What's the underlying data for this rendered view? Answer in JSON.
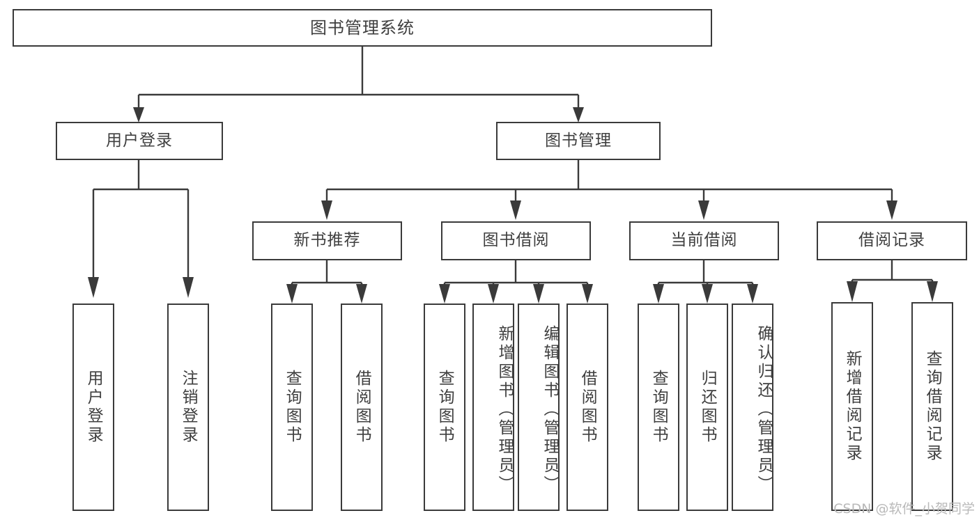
{
  "diagram": {
    "type": "tree",
    "title": "图书管理系统",
    "orientation": "top-down",
    "root": {
      "id": "root",
      "label": "图书管理系统"
    },
    "level2": [
      {
        "id": "user-login",
        "label": "用户登录"
      },
      {
        "id": "book-manage",
        "label": "图书管理"
      }
    ],
    "level3": [
      {
        "id": "new-book-rec",
        "label": "新书推荐",
        "parent": "book-manage"
      },
      {
        "id": "book-borrow",
        "label": "图书借阅",
        "parent": "book-manage"
      },
      {
        "id": "current-borrow",
        "label": "当前借阅",
        "parent": "book-manage"
      },
      {
        "id": "borrow-record",
        "label": "借阅记录",
        "parent": "book-manage"
      }
    ],
    "leaves": {
      "user-login": [
        {
          "id": "leaf-user-login",
          "label": "用户登录"
        },
        {
          "id": "leaf-logout",
          "label": "注销登录"
        }
      ],
      "new-book-rec": [
        {
          "id": "leaf-query-book-1",
          "label": "查询图书"
        },
        {
          "id": "leaf-borrow-book-1",
          "label": "借阅图书"
        }
      ],
      "book-borrow": [
        {
          "id": "leaf-query-book-2",
          "label": "查询图书"
        },
        {
          "id": "leaf-add-book",
          "label": "新增图书（管理员）"
        },
        {
          "id": "leaf-edit-book",
          "label": "编辑图书（管理员）"
        },
        {
          "id": "leaf-borrow-book-2",
          "label": "借阅图书"
        }
      ],
      "current-borrow": [
        {
          "id": "leaf-query-book-3",
          "label": "查询图书"
        },
        {
          "id": "leaf-return-book",
          "label": "归还图书"
        },
        {
          "id": "leaf-confirm-return",
          "label": "确认归还（管理员）"
        }
      ],
      "borrow-record": [
        {
          "id": "leaf-add-record",
          "label": "新增借阅记录"
        },
        {
          "id": "leaf-query-record",
          "label": "查询借阅记录"
        }
      ]
    }
  },
  "watermark": {
    "text": "CSDN @软件_小贺同学"
  },
  "colors": {
    "stroke": "#3a3a3a",
    "text": "#3f3f3f",
    "background": "#ffffff",
    "watermark": "#b9b9b9"
  }
}
